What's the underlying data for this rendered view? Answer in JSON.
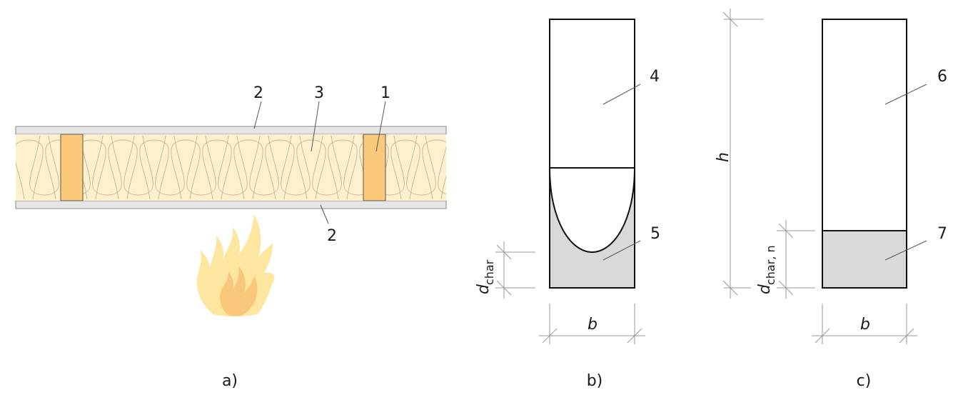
{
  "panels": {
    "a": {
      "caption": "a)",
      "labels": {
        "stud": "1",
        "board_top": "2",
        "board_bottom": "2",
        "insulation": "3"
      }
    },
    "b": {
      "caption": "b)",
      "labels": {
        "residual": "4",
        "char": "5"
      },
      "dim_width": "b",
      "dim_char_main": "d",
      "dim_char_sub": "char"
    },
    "c": {
      "caption": "c)",
      "labels": {
        "residual": "6",
        "char": "7"
      },
      "dim_width": "b",
      "dim_height": "h",
      "dim_char_main": "d",
      "dim_char_sub": "char, n"
    }
  },
  "colors": {
    "board": "#e6e6e6",
    "insulation": "#fdf0cf",
    "stud": "#fbc97a",
    "char": "#d9d9d9",
    "flame_outer": "#fde6a0",
    "flame_inner": "#f9c77c"
  }
}
